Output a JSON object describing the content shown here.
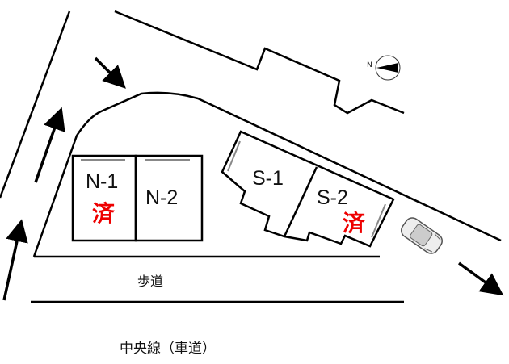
{
  "lots": [
    {
      "id": "N-1",
      "sold": true
    },
    {
      "id": "N-2",
      "sold": false
    },
    {
      "id": "S-1",
      "sold": false
    },
    {
      "id": "S-2",
      "sold": true
    }
  ],
  "sold_mark": "済",
  "sidewalk_label": "歩道",
  "road_label": "中央線（車道）",
  "compass_label": "N",
  "colors": {
    "sold": "#ee0000",
    "line": "#000000"
  }
}
